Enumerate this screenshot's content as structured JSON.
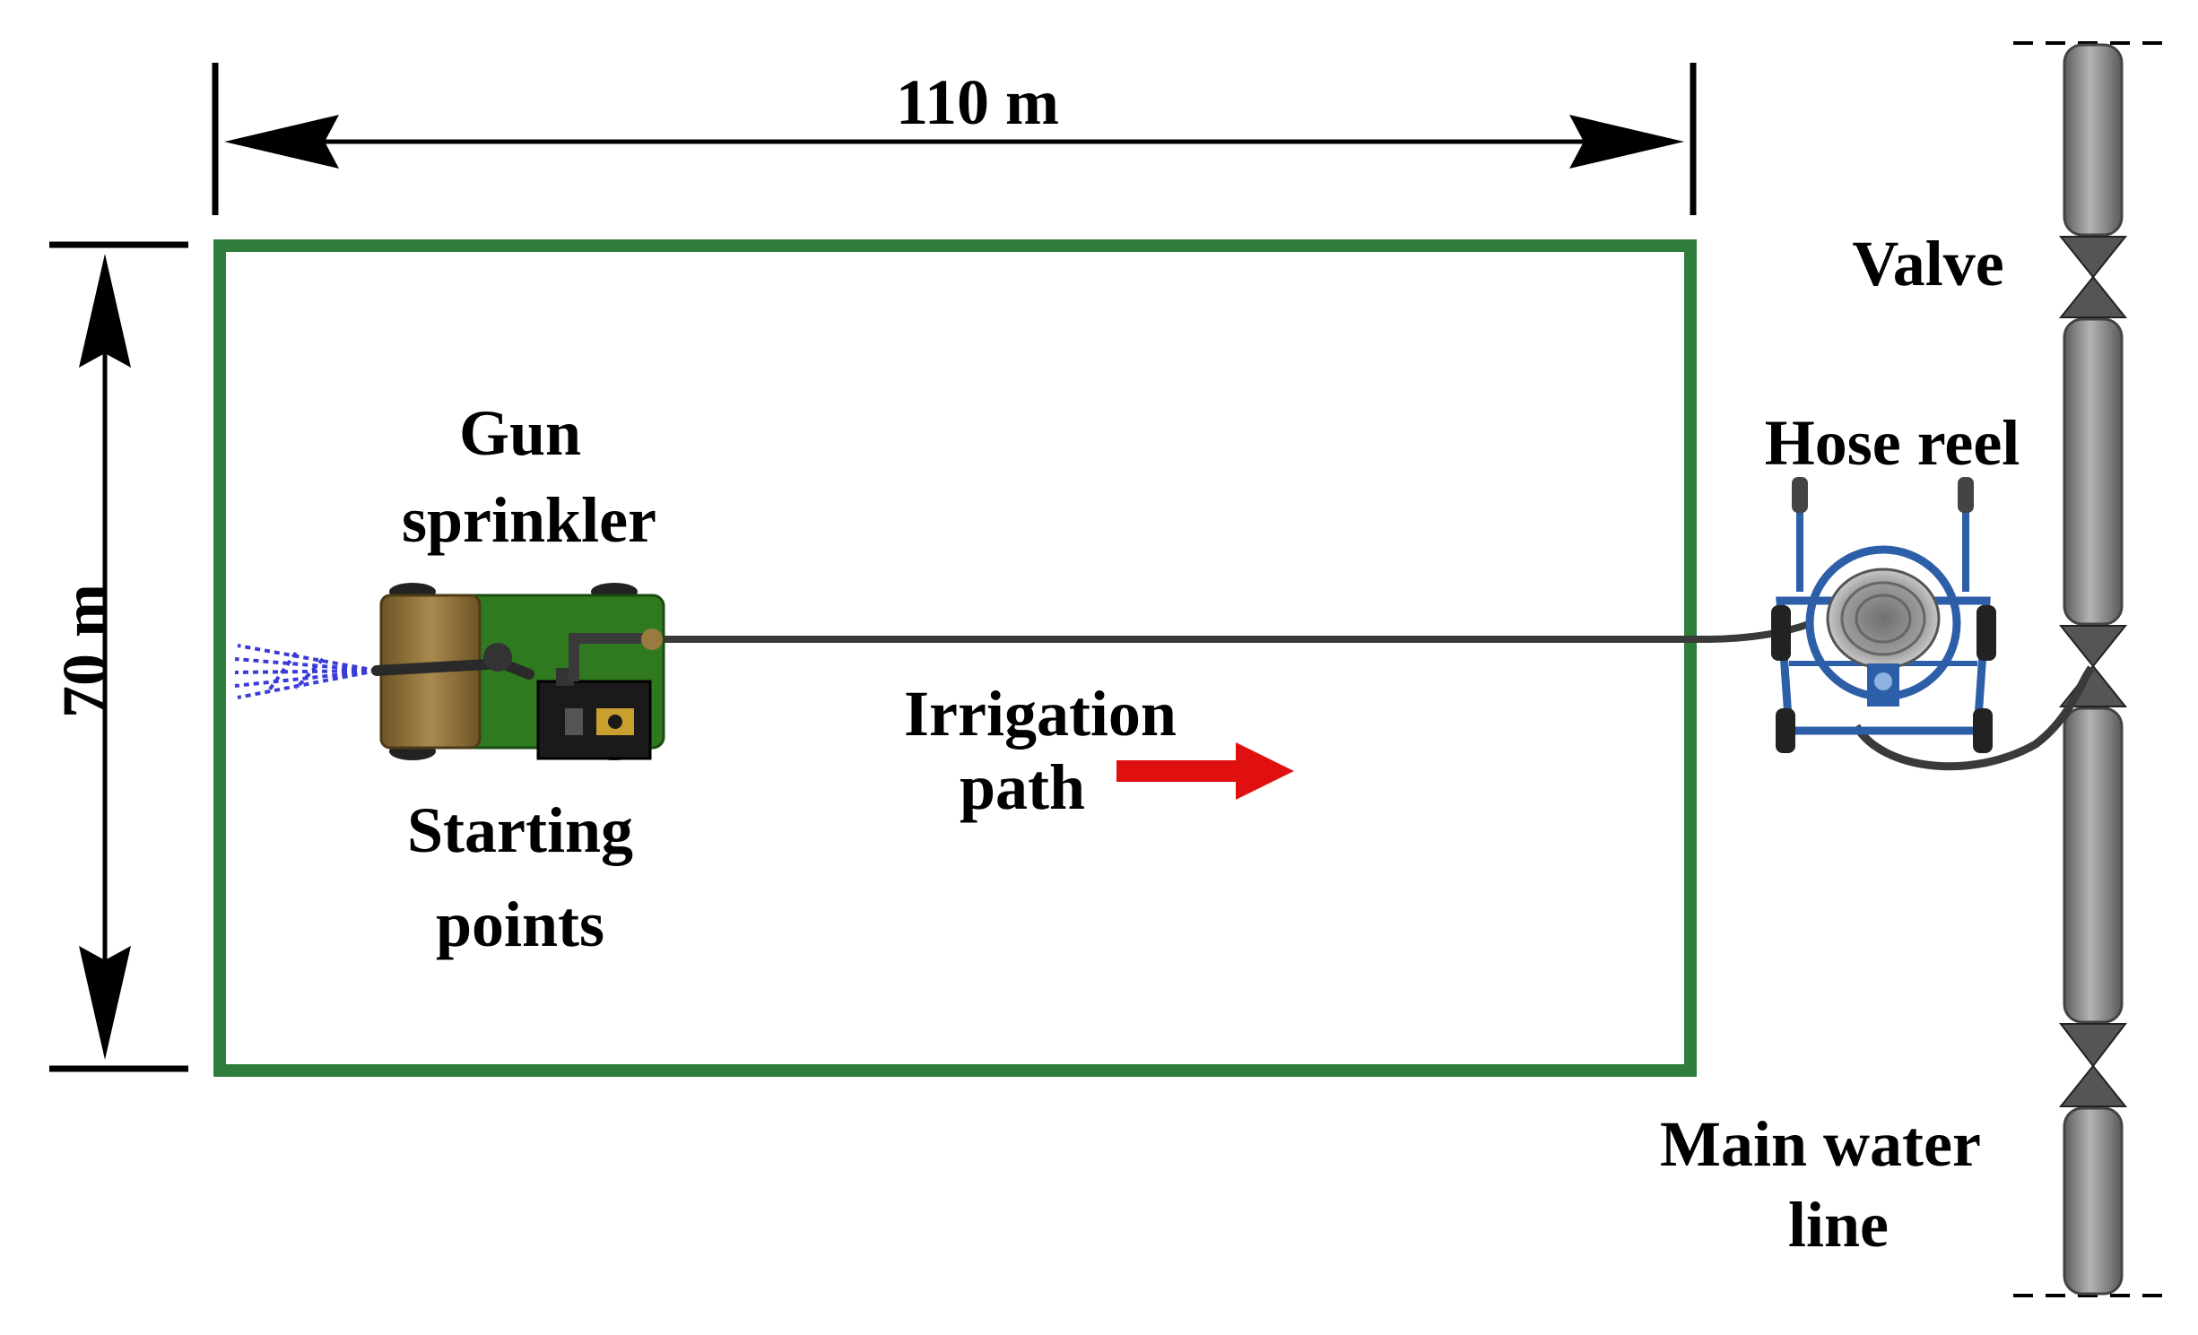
{
  "dimensions": {
    "width_label": "110 m",
    "height_label": "70 m"
  },
  "labels": {
    "valve": "Valve",
    "hose_reel": "Hose reel",
    "gun_sprinkler_line1": "Gun",
    "gun_sprinkler_line2": "sprinkler",
    "starting_points_line1": "Starting",
    "starting_points_line2": "points",
    "irrigation_path_line1": "Irrigation",
    "irrigation_path_line2": "path",
    "main_water_line_line1": "Main water",
    "main_water_line_line2": "line"
  },
  "colors": {
    "field_border": "#2e7d3a",
    "arrow": "#e01010",
    "pipe": "#8a8a8a",
    "reel_frame": "#2d5ea8",
    "hose": "#3a3a3a",
    "sprinkler_body": "#2f7a1f",
    "sprinkler_tank": "#8a6a2e",
    "spray": "#3b3bd6"
  },
  "icons": [
    "gun-sprinkler-icon",
    "hose-reel-icon",
    "valve-icon",
    "main-water-line-icon",
    "direction-arrow-icon"
  ]
}
